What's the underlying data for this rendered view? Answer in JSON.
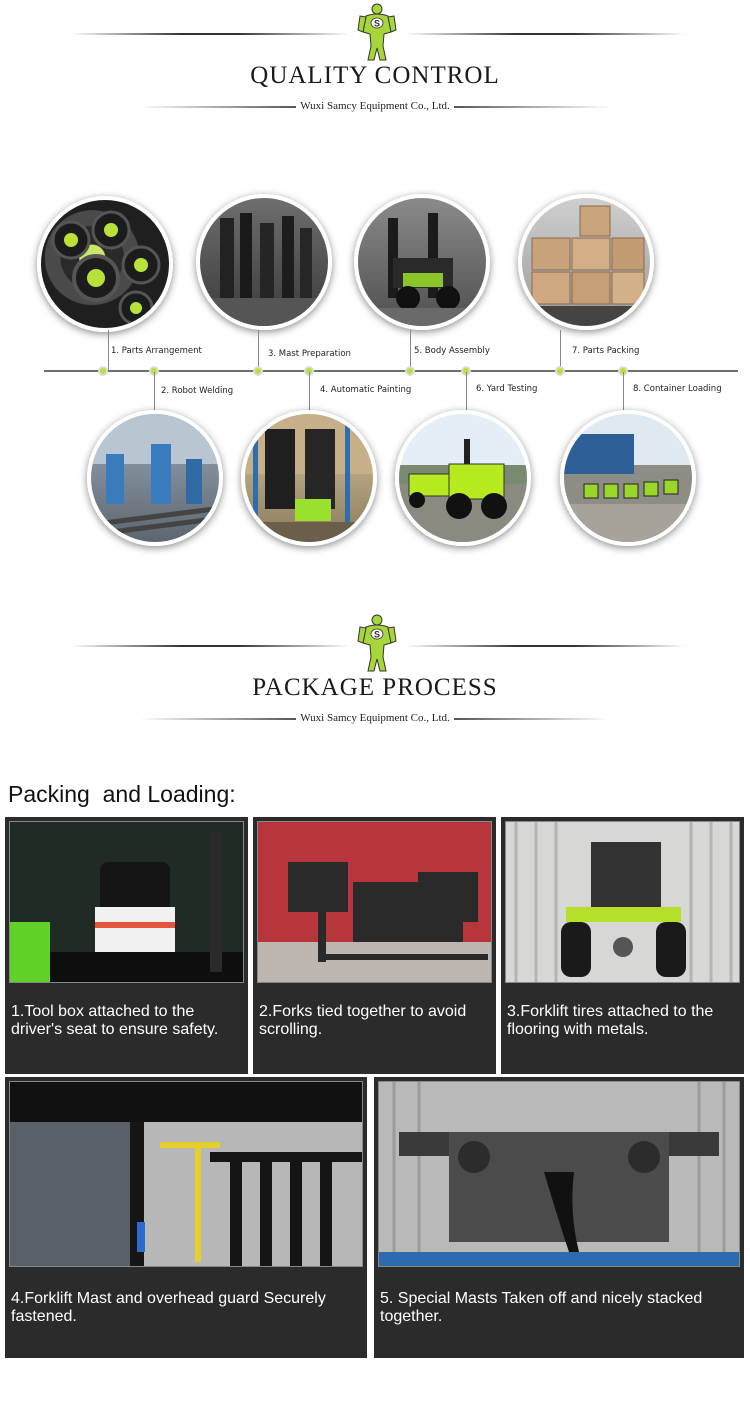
{
  "quality": {
    "title": "QUALITY CONTROL",
    "company": "Wuxi Samcy Equipment Co., Ltd.",
    "mascot_letter": "S"
  },
  "steps_top": [
    {
      "label": "1. Parts Arrangement",
      "icon": "tires-photo"
    },
    {
      "label": "3. Mast Preparation",
      "icon": "masts-photo"
    },
    {
      "label": "5. Body Assembly",
      "icon": "assembly-photo"
    },
    {
      "label": "7. Parts Packing",
      "icon": "boxes-photo"
    }
  ],
  "steps_bottom": [
    {
      "label": "2. Robot Welding",
      "icon": "welding-photo"
    },
    {
      "label": "4. Automatic Painting",
      "icon": "painting-photo"
    },
    {
      "label": "6. Yard Testing",
      "icon": "forklift-photo"
    },
    {
      "label": "8. Container Loading",
      "icon": "loading-photo"
    }
  ],
  "package": {
    "title": "PACKAGE PROCESS",
    "company": "Wuxi Samcy Equipment Co., Ltd.",
    "mascot_letter": "S"
  },
  "packing": {
    "heading": "Packing  and Loading:",
    "cards": [
      {
        "caption": "1.Tool box attached to the driver's seat to ensure safety."
      },
      {
        "caption": "2.Forks tied together to avoid scrolling."
      },
      {
        "caption": "3.Forklift tires attached to the flooring with metals."
      },
      {
        "caption": "4.Forklift Mast and overhead guard Securely fastened."
      },
      {
        "caption": "5. Special Masts Taken off and nicely stacked together."
      }
    ]
  },
  "colors": {
    "accent_green": "#b8e23a",
    "card_bg": "#2b2b2b"
  }
}
